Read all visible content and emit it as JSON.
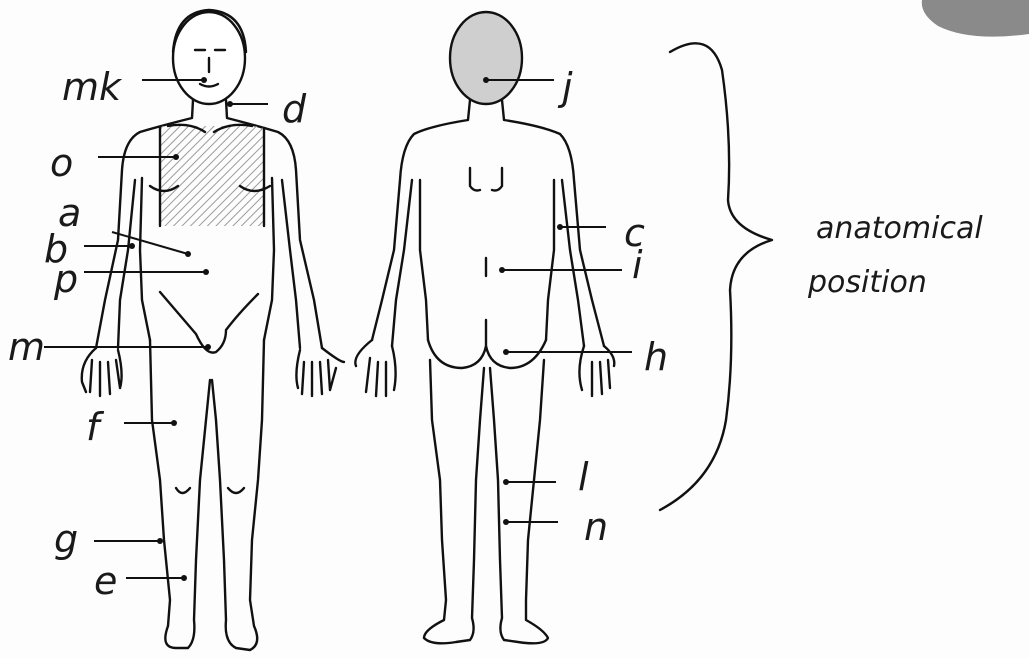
{
  "labels": {
    "mk": "mk",
    "d": "d",
    "o": "o",
    "a": "a",
    "b": "b",
    "p": "p",
    "m": "m",
    "f": "f",
    "g": "g",
    "e": "e",
    "j": "j",
    "c": "c",
    "i": "i",
    "h": "h",
    "l": "l",
    "n": "n"
  },
  "note": {
    "line1": "anatomical",
    "line2": "position"
  },
  "colors": {
    "ink": "#111111",
    "shade": "#bdbdbd",
    "paper": "#fdfdfd"
  }
}
